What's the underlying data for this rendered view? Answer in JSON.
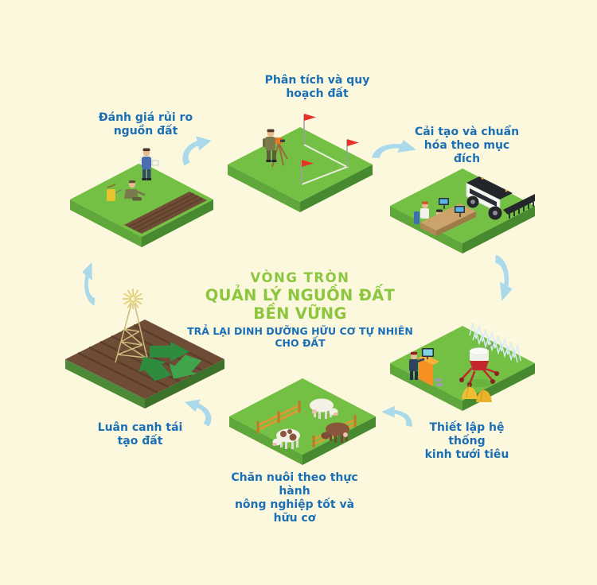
{
  "diagram": {
    "title": {
      "line1": "VÒNG TRÒN",
      "line2": "QUẢN LÝ NGUỒN ĐẤT BỀN VỮNG",
      "line3": "TRẢ LẠI DINH DƯỠNG HỮU CƠ TỰ NHIÊN CHO ĐẤT"
    },
    "steps": [
      {
        "id": "phan-tich-quy-hoach",
        "line1": "Phân tích và quy",
        "line2": "hoạch đất",
        "illustration": "land-surveyor-with-theodolite-and-red-boundary-flags"
      },
      {
        "id": "cai-tao-chuan-hoa",
        "line1": "Cải tạo và chuẩn",
        "line2": "hóa theo mục đích",
        "illustration": "tractor-with-harrow-and-planners-at-computers"
      },
      {
        "id": "thiet-lap-tuoi-tieu",
        "line1": "Thiết lập hệ thống",
        "line2": "kinh tưới tiêu",
        "illustration": "irrigation-robot-control-console-hay-bales"
      },
      {
        "id": "chan-nuoi",
        "line1": "Chăn nuôi theo thực hành",
        "line2": "nông nghiệp tốt và hữu cơ",
        "illustration": "three-cows-grazing-with-wooden-fences"
      },
      {
        "id": "luan-canh",
        "line1": "Luân canh tái",
        "line2": "tạo đất",
        "illustration": "windmill-and-recycle-symbol-on-tilled-soil"
      },
      {
        "id": "danh-gia-rui-ro",
        "line1": "Đánh giá rủi ro",
        "line2": "nguồn đất",
        "illustration": "inspectors-examining-soil-with-sprayer"
      }
    ],
    "colors": {
      "background": "#FBF8DE",
      "label_blue": "#1A6FB5",
      "title_green": "#8CC63E",
      "arrow_blue": "#A9D9EA",
      "platform_green_top": "#74C044",
      "platform_green_left": "#5FA73A",
      "platform_green_right": "#47892E",
      "soil_brown": "#6E4C36",
      "flag_red": "#E8332A"
    }
  }
}
